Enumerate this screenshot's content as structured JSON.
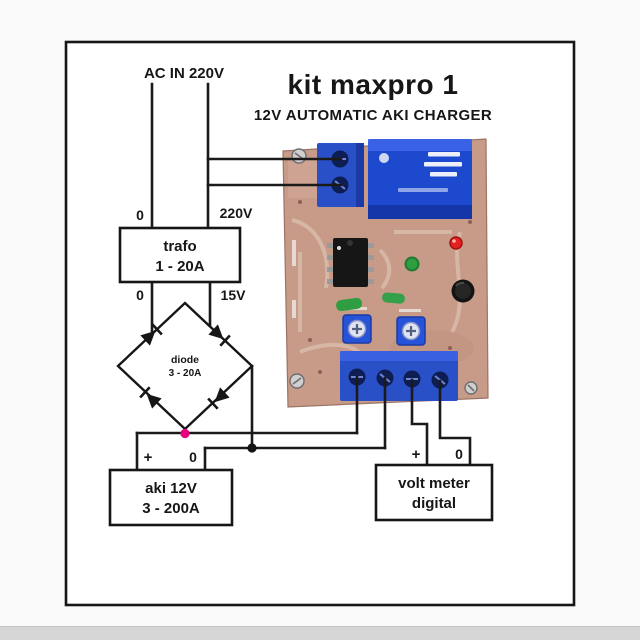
{
  "page": {
    "background": "#fafafa",
    "footer_bar_color": "#d6d6d6"
  },
  "header": {
    "title": "kit maxpro 1",
    "subtitle": "12V AUTOMATIC AKI CHARGER"
  },
  "ac_input": {
    "label": "AC IN 220V"
  },
  "trafo": {
    "name": "trafo",
    "rating": "1 - 20A",
    "terminals": {
      "top_left": "0",
      "top_right": "220V",
      "bottom_left": "0",
      "bottom_right": "15V"
    }
  },
  "bridge": {
    "name": "diode",
    "rating": "3 - 20A"
  },
  "battery": {
    "name": "aki 12V",
    "rating": "3 - 200A",
    "terminals": {
      "plus": "+",
      "zero": "0"
    }
  },
  "meter": {
    "name": "volt meter",
    "type": "digital",
    "terminals": {
      "plus": "+",
      "zero": "0"
    }
  },
  "wire_color": "#1a1a1a",
  "junctions": {
    "pink": "#e6007e",
    "black": "#141414"
  },
  "pcb": {
    "board_color": "#c89a88",
    "terminal_color": "#2a50c8",
    "relay_color": "#1d49cf",
    "led_color": "#e32222"
  }
}
